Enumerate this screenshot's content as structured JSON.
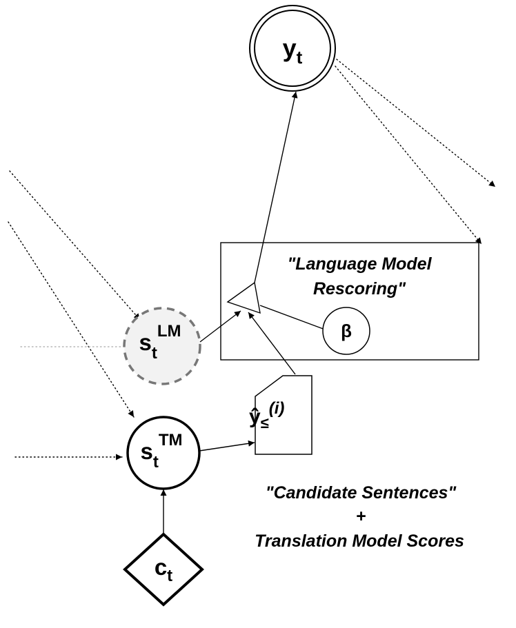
{
  "nodes": {
    "y_t": {
      "base": "y",
      "sub": "t"
    },
    "s_lm": {
      "base": "s",
      "sub": "t",
      "sup": "LM"
    },
    "s_tm": {
      "base": "s",
      "sub": "t",
      "sup": "TM"
    },
    "c_t": {
      "base": "c",
      "sub": "t"
    },
    "beta": {
      "label": "β"
    },
    "candidate": {
      "base": "ŷ",
      "sub": "≤",
      "sup": "(i)"
    }
  },
  "boxes": {
    "rescoring": {
      "line1": "\"Language Model",
      "line2": "Rescoring\""
    }
  },
  "captions": {
    "candidates": {
      "line1": "\"Candidate Sentences\"",
      "line2": "+",
      "line3": "Translation Model Scores"
    }
  },
  "colors": {
    "stroke": "#000000",
    "lm_fill": "#f2f2f2",
    "lm_dash": "#777777",
    "dotted_gray": "#b5b5b5"
  }
}
